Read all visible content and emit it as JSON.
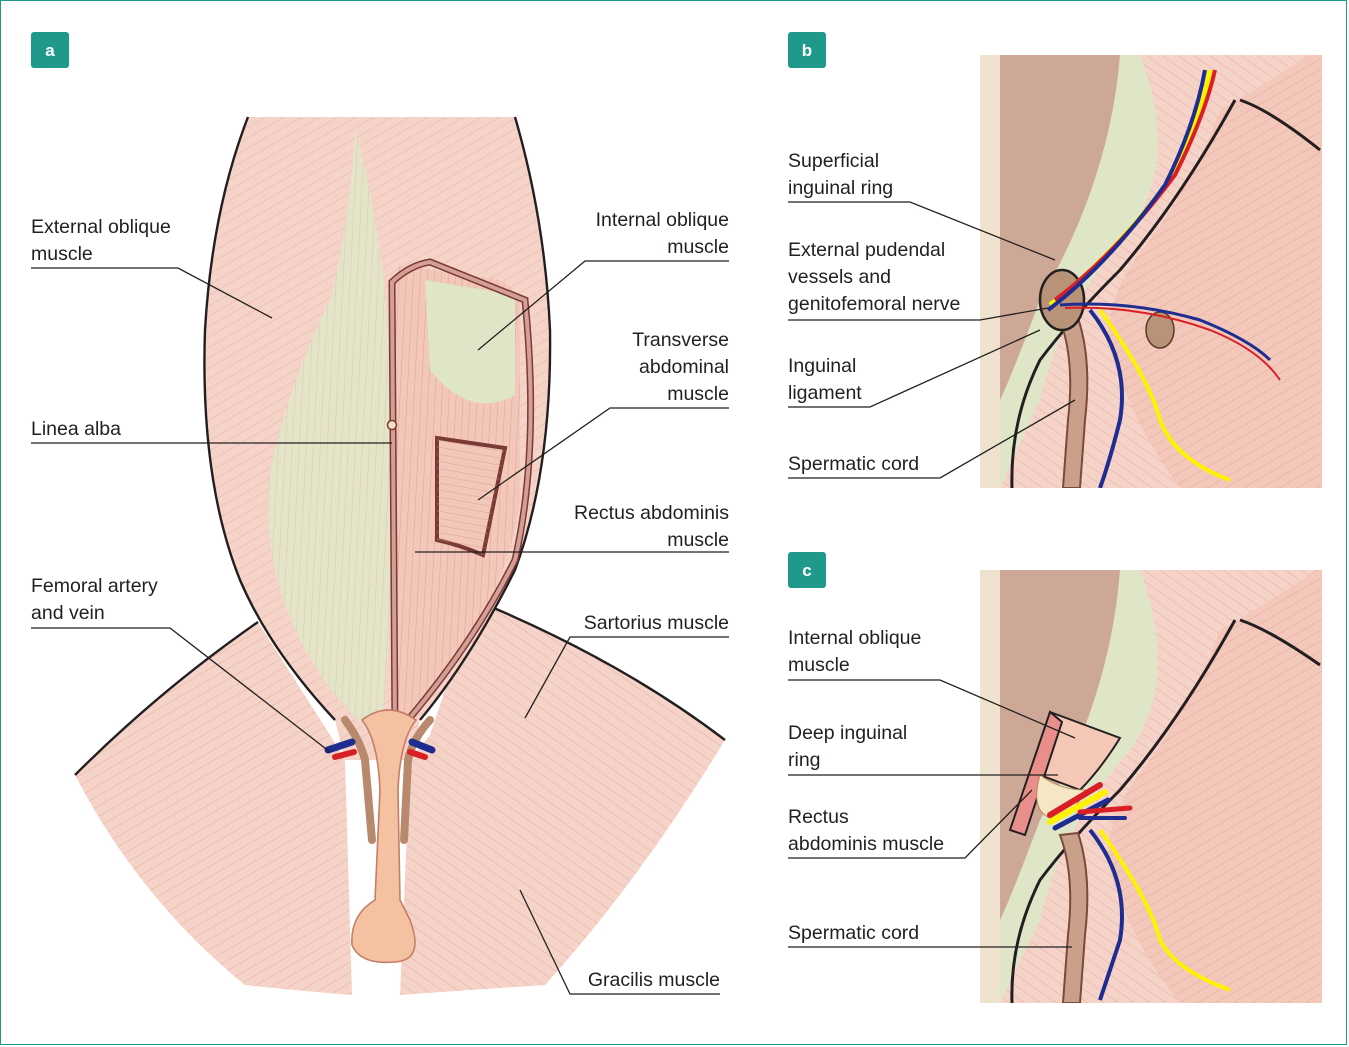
{
  "accent_color": "#1f9a8a",
  "panels": {
    "a": {
      "badge": "a",
      "labels": {
        "external_oblique": [
          "External oblique",
          "muscle"
        ],
        "internal_oblique": [
          "Internal oblique",
          "muscle"
        ],
        "transverse_abdominal": [
          "Transverse",
          "abdominal",
          "muscle"
        ],
        "linea_alba": [
          "Linea alba"
        ],
        "rectus_abdominis": [
          "Rectus abdominis",
          "muscle"
        ],
        "femoral": [
          "Femoral artery",
          "and vein"
        ],
        "sartorius": [
          "Sartorius muscle"
        ],
        "gracilis": [
          "Gracilis muscle"
        ]
      }
    },
    "b": {
      "badge": "b",
      "labels": {
        "superficial_ring": [
          "Superficial",
          "inguinal ring"
        ],
        "pudendal": [
          "External pudendal",
          "vessels and",
          "genitofemoral nerve"
        ],
        "inguinal_ligament": [
          "Inguinal",
          "ligament"
        ],
        "spermatic_cord": [
          "Spermatic cord"
        ]
      }
    },
    "c": {
      "badge": "c",
      "labels": {
        "internal_oblique": [
          "Internal oblique",
          "muscle"
        ],
        "deep_ring": [
          "Deep inguinal",
          "ring"
        ],
        "rectus_abdominis": [
          "Rectus",
          "abdominis muscle"
        ],
        "spermatic_cord": [
          "Spermatic cord"
        ]
      }
    }
  }
}
